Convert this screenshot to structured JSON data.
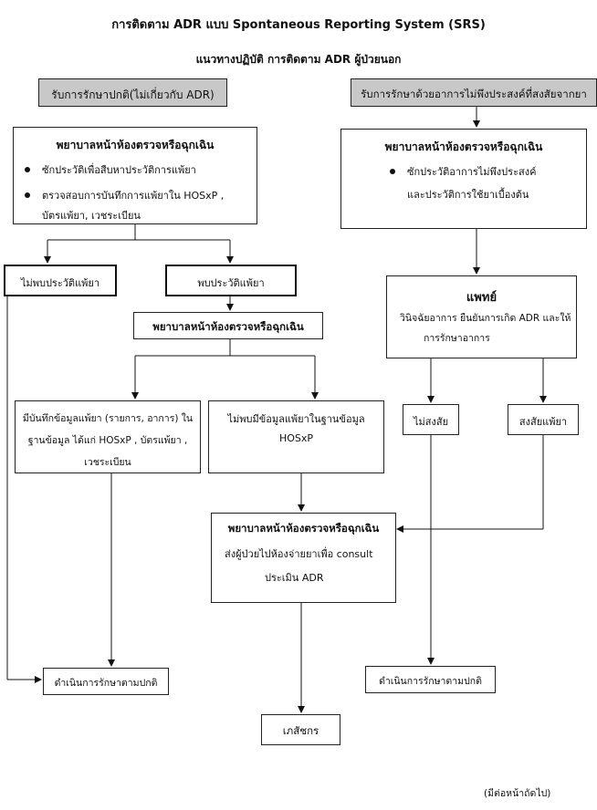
{
  "header": {
    "title": "การติดตาม  ADR แบบ  Spontaneous Reporting System (SRS)",
    "subtitle": "แนวทางปฏิบัติ การติดตาม ADR ผู้ป่วยนอก"
  },
  "left_top": {
    "label": "รับการรักษาปกติ(ไม่เกี่ยวกับ ADR)"
  },
  "right_top": {
    "label": "รับการรักษาด้วยอาการไม่พึงประสงค์ที่สงสัยจากยา"
  },
  "left_nurse": {
    "title": "พยาบาลหน้าห้องตรวจหรือฉุกเฉิน",
    "bullet1": "ซักประวัติเพื่อสืบหาประวัติการแพ้ยา",
    "bullet2a": "ตรวจสอบการบันทึกการแพ้ยาใน  HOSxP ,",
    "bullet2b": "บัตรแพ้ยา, เวชระเบียน"
  },
  "right_nurse": {
    "title": "พยาบาลหน้าห้องตรวจหรือฉุกเฉิน",
    "bullet1": "ซักประวัติอาการไม่พึงประสงค์",
    "line2": "และประวัติการใช้ยาเบื้องต้น"
  },
  "no_history": "ไม่พบประวัติแพ้ยา",
  "found_history": "พบประวัติแพ้ยา",
  "mid_nurse": "พยาบาลหน้าห้องตรวจหรือฉุกเฉิน",
  "has_record": {
    "line1": "มีบันทึกข้อมูลแพ้ยา (รายการ, อาการ) ใน",
    "line2": "ฐานข้อมูล ได้แก่ HOSxP , บัตรแพ้ยา ,",
    "line3": "เวชระเบียน"
  },
  "no_record": {
    "line1": "ไม่พบมีข้อมูลแพ้ยาในฐานข้อมูล",
    "line2": "HOSxP"
  },
  "doctor": {
    "title": "แพทย์",
    "line1": "วินิจฉัยอาการ ยืนยันการเกิด ADR และให้",
    "line2": "การรักษาอาการ"
  },
  "not_suspect": "ไม่สงสัย",
  "suspect": "สงสัยแพ้ยา",
  "consult": {
    "title": "พยาบาลหน้าห้องตรวจหรือฉุกเฉิน",
    "line1": "ส่งผู้ป่วยไปห้องจ่ายยาเพื่อ consult",
    "line2": "ประเมิน ADR"
  },
  "normal_left": "ดำเนินการรักษาตามปกติ",
  "normal_right": "ดำเนินการรักษาตามปกติ",
  "pharmacist": "เภสัชกร",
  "footer": "(มีต่อหน้าถัดไป)"
}
